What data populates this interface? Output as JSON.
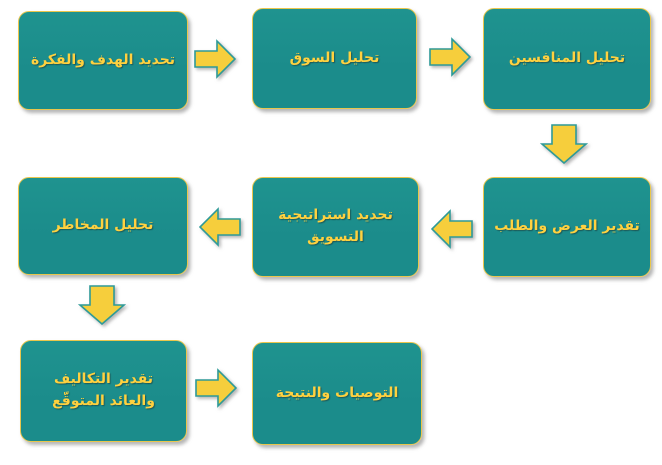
{
  "colors": {
    "background": "#ffffff",
    "box_fill": "#1b8c8b",
    "box_fill_top": "#1f938f",
    "box_border": "#e9c64c",
    "label_text": "#ffd13f",
    "arrow_fill": "#f6ce3c",
    "arrow_outline": "#2e9a98"
  },
  "flowchart": {
    "nodes": [
      {
        "label": "تحديد الهدف والفكرة"
      },
      {
        "label": "تحليل السوق"
      },
      {
        "label": "تحليل المنافسين"
      },
      {
        "label": "تقدير العرض والطلب"
      },
      {
        "label": "تحديد استراتيجية التسويق"
      },
      {
        "label": "تحليل المخاطر"
      },
      {
        "label": "تقدير التكاليف والعائد المتوقّع"
      },
      {
        "label": "التوصيات والنتيجة"
      }
    ],
    "arrows": [
      {
        "icon": "arrow-right-icon",
        "from": 0,
        "to": 1,
        "direction": "right"
      },
      {
        "icon": "arrow-right-icon",
        "from": 1,
        "to": 2,
        "direction": "right"
      },
      {
        "icon": "arrow-down-icon",
        "from": 2,
        "to": 3,
        "direction": "down"
      },
      {
        "icon": "arrow-left-icon",
        "from": 3,
        "to": 4,
        "direction": "left"
      },
      {
        "icon": "arrow-left-icon",
        "from": 4,
        "to": 5,
        "direction": "left"
      },
      {
        "icon": "arrow-down-icon",
        "from": 5,
        "to": 6,
        "direction": "down"
      },
      {
        "icon": "arrow-right-icon",
        "from": 6,
        "to": 7,
        "direction": "right"
      }
    ]
  }
}
